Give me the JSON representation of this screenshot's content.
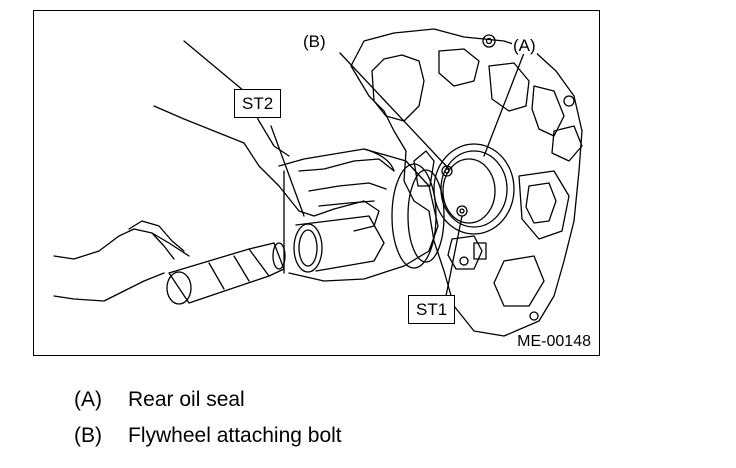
{
  "figure": {
    "id": "ME-00148",
    "callouts": {
      "st1": "ST1",
      "st2": "ST2",
      "a": "(A)",
      "b": "(B)"
    }
  },
  "legend": [
    {
      "key": "(A)",
      "text": "Rear oil seal"
    },
    {
      "key": "(B)",
      "text": "Flywheel attaching bolt"
    }
  ],
  "colors": {
    "line": "#000000",
    "background": "#ffffff"
  }
}
